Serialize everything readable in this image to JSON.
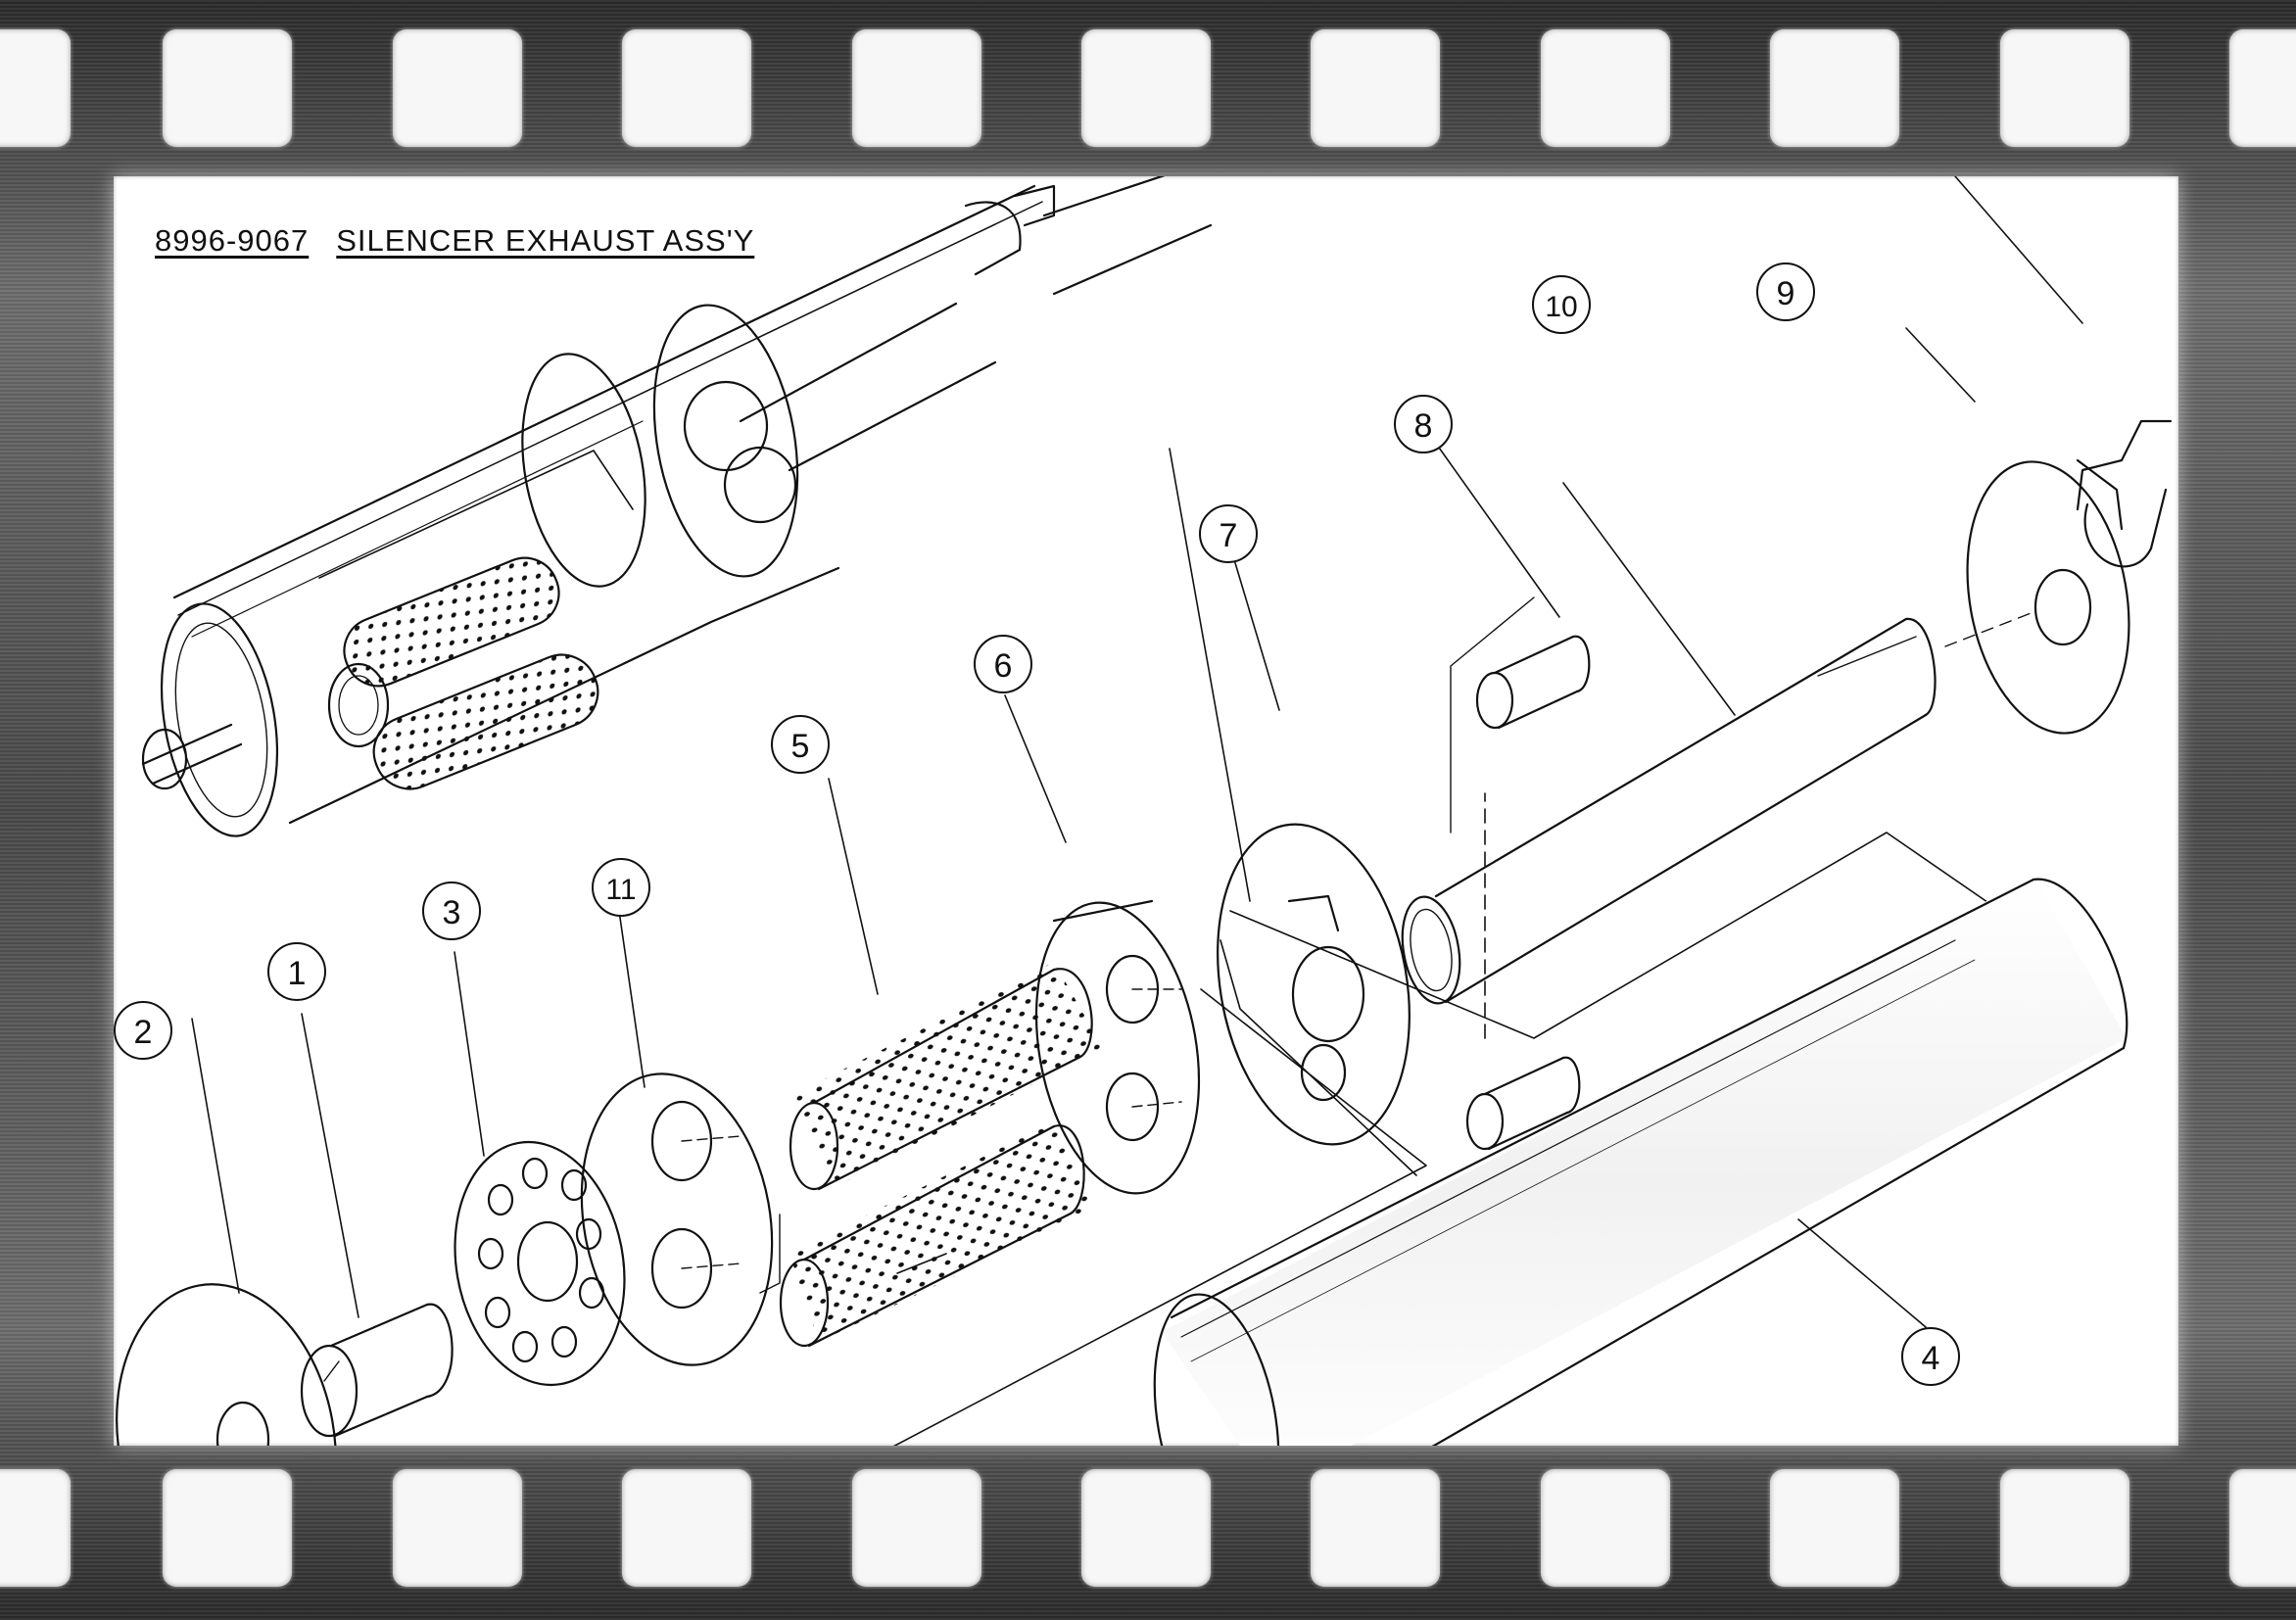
{
  "diagram": {
    "part_number": "8996-9067",
    "title": "SILENCER EXHAUST ASS'Y",
    "callouts": [
      "1",
      "2",
      "3",
      "4",
      "5",
      "6",
      "7",
      "8",
      "9",
      "10",
      "11"
    ]
  },
  "colors": {
    "line": "#111111",
    "paper": "#ffffff",
    "film": "#4a4a4a",
    "sprocket": "#f7f7f7"
  }
}
